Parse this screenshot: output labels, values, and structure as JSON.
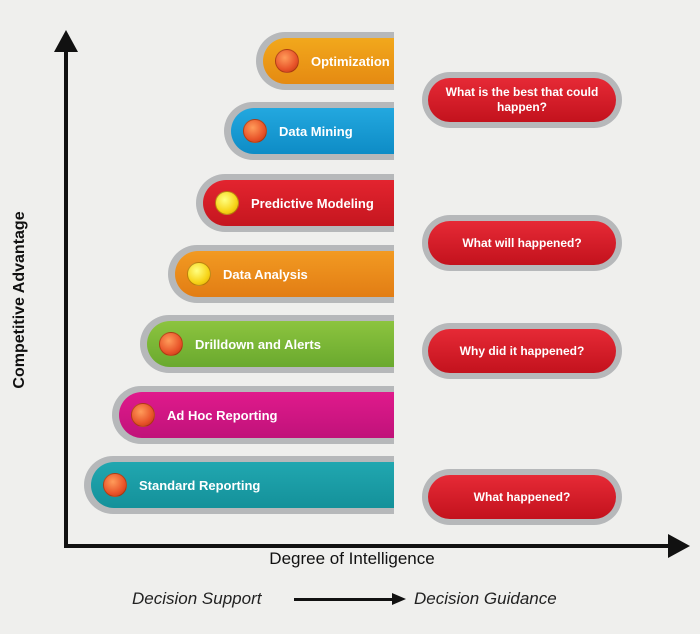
{
  "axes": {
    "y_label": "Competitive Advantage",
    "x_label": "Degree of Intelligence"
  },
  "steps": [
    {
      "label": "Optimization",
      "color": "#f2a81c",
      "color_dark": "#e58a12",
      "ball": "orange"
    },
    {
      "label": "Data Mining",
      "color": "#23a8df",
      "color_dark": "#0e8cc6",
      "ball": "orange"
    },
    {
      "label": "Predictive Modeling",
      "color": "#e3242f",
      "color_dark": "#c5161f",
      "ball": "yellow"
    },
    {
      "label": "Data Analysis",
      "color": "#f29a22",
      "color_dark": "#e27d14",
      "ball": "yellow"
    },
    {
      "label": "Drilldown and Alerts",
      "color": "#8cc43f",
      "color_dark": "#6aa92e",
      "ball": "orange"
    },
    {
      "label": "Ad Hoc Reporting",
      "color": "#e01a8c",
      "color_dark": "#c0127a",
      "ball": "orange"
    },
    {
      "label": "Standard Reporting",
      "color": "#21a7b0",
      "color_dark": "#14919a",
      "ball": "orange"
    }
  ],
  "questions": [
    {
      "text": "What is the best that could happen?"
    },
    {
      "text": "What will happened?"
    },
    {
      "text": "Why did it happened?"
    },
    {
      "text": "What happened?"
    }
  ],
  "footer": {
    "left": "Decision Support",
    "right": "Decision Guidance"
  }
}
